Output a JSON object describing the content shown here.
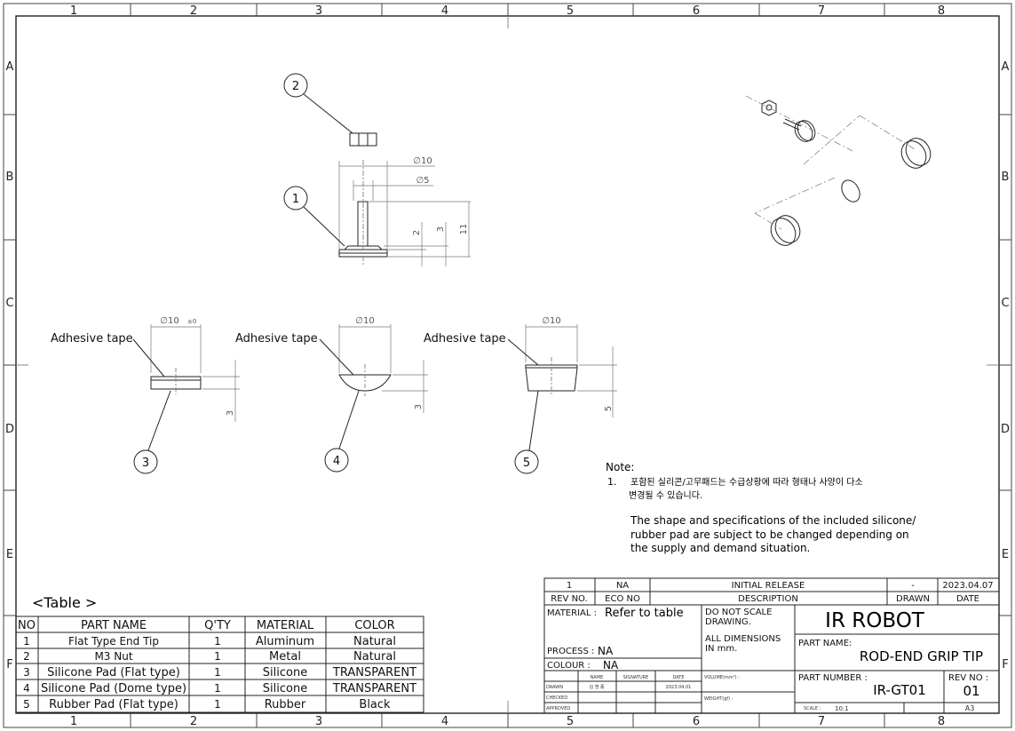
{
  "zones": {
    "columns": [
      "1",
      "2",
      "3",
      "4",
      "5",
      "6",
      "7",
      "8"
    ],
    "rows": [
      "A",
      "B",
      "C",
      "D",
      "E",
      "F"
    ]
  },
  "balloons": [
    "1",
    "2",
    "3",
    "4",
    "5"
  ],
  "dimensions": {
    "top_d10": "∅10",
    "top_d5": "∅5",
    "top_h2": "2",
    "top_h3": "3",
    "top_h11": "11",
    "flat_d": "∅10",
    "flat_tol": "±0",
    "flat_h": "3",
    "dome_d": "∅10",
    "dome_h": "3",
    "rubber_d": "∅10",
    "rubber_h": "5"
  },
  "leaders": {
    "adhesive_1": "Adhesive tape",
    "adhesive_2": "Adhesive tape",
    "adhesive_3": "Adhesive tape"
  },
  "note": {
    "heading": "Note:",
    "index": "1.",
    "korean_line1": "포함된 실리콘/고무패드는 수급상황에 따라 형태나 사양이 다소",
    "korean_line2": "변경될 수 있습니다.",
    "english_line1": "The shape and specifications of the included silicone/",
    "english_line2": "rubber pad are subject to be changed depending on",
    "english_line3": "the supply and demand situation."
  },
  "bom": {
    "title": "<Table >",
    "headers": [
      "NO",
      "PART NAME",
      "Q'TY",
      "MATERIAL",
      "COLOR"
    ],
    "rows": [
      [
        "1",
        "Flat Type End Tip",
        "1",
        "Aluminum",
        "Natural"
      ],
      [
        "2",
        "M3 Nut",
        "1",
        "Metal",
        "Natural"
      ],
      [
        "3",
        "Silicone Pad (Flat type)",
        "1",
        "Silicone",
        "TRANSPARENT"
      ],
      [
        "4",
        "Silicone Pad (Dome type)",
        "1",
        "Silicone",
        "TRANSPARENT"
      ],
      [
        "5",
        "Rubber Pad (Flat type)",
        "1",
        "Rubber",
        "Black"
      ]
    ]
  },
  "title_block": {
    "rev_row": {
      "rev": "1",
      "eco": "NA",
      "desc": "INITIAL RELEASE",
      "drawn": "-",
      "date": "2023.04.07"
    },
    "rev_headers": {
      "rev": "REV NO.",
      "eco": "ECO NO",
      "desc": "DESCRIPTION",
      "drawn": "DRAWN",
      "date": "DATE"
    },
    "material_label": "MATERIAL :",
    "material_value": "Refer to table",
    "process_label": "PROCESS :",
    "process_value": "NA",
    "colour_label": "COLOUR :",
    "colour_value": "NA",
    "do_not_scale_1": "DO NOT SCALE",
    "do_not_scale_2": "DRAWING.",
    "all_dim_1": "ALL DIMENSIONS",
    "all_dim_2": "IN mm.",
    "company": "IR ROBOT",
    "part_name_label": "PART NAME:",
    "part_name": "ROD-END GRIP TIP",
    "part_number_label": "PART NUMBER :",
    "part_number": "IR-GT01",
    "rev_no_label": "REV NO :",
    "rev_no": "01",
    "sign_headers": [
      "NAME",
      "SIGNATURE",
      "DATE"
    ],
    "sign_rows": [
      "DRAWN",
      "CHECKED",
      "APPROVED"
    ],
    "drawn_name": "김 명 종",
    "drawn_date": "2023.04.01",
    "volume_label": "VOLUME(mm³) :",
    "weight_label": "WEIGHT(gf) :",
    "scale_label": "SCALE :",
    "scale_value": "10:1",
    "sheet_size": "A3"
  }
}
